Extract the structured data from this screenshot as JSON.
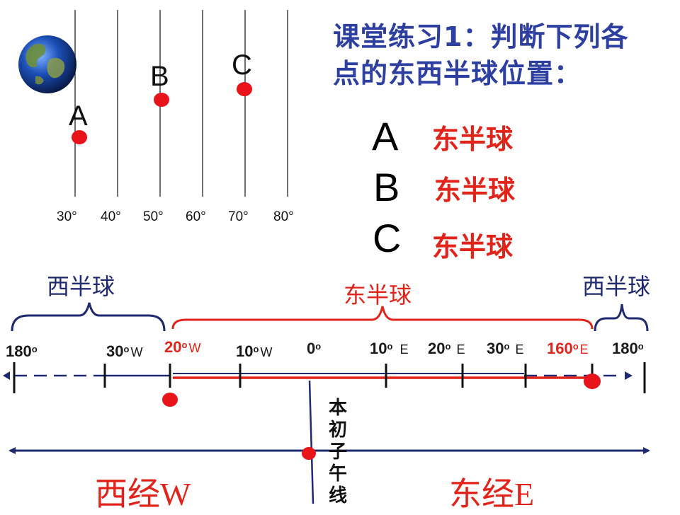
{
  "title": {
    "line1": "课堂练习1：判断下列各",
    "line2": "点的东西半球位置："
  },
  "top_figure": {
    "globe_icon": "earth-globe-icon",
    "degree_labels": [
      "30°",
      "40°",
      "50°",
      "60°",
      "70°",
      "80°"
    ],
    "points": [
      {
        "label": "A",
        "degree": 30
      },
      {
        "label": "B",
        "degree": 50
      },
      {
        "label": "C",
        "degree": 70
      }
    ]
  },
  "answers": [
    {
      "letter": "A",
      "value": "东半球"
    },
    {
      "letter": "B",
      "value": "东半球"
    },
    {
      "letter": "C",
      "value": "东半球"
    }
  ],
  "hemisphere_labels": {
    "west_left": "西半球",
    "east": "东半球",
    "west_right": "西半球"
  },
  "ticks": {
    "t180w": {
      "num": "180",
      "sup": "o",
      "dir": ""
    },
    "t30w": {
      "num": "30",
      "sup": "o",
      "dir": "W"
    },
    "t20w": {
      "num": "20",
      "sup": "o",
      "dir": "W"
    },
    "t10w": {
      "num": "10",
      "sup": "o",
      "dir": "W"
    },
    "t0": {
      "num": "0",
      "sup": "o",
      "dir": ""
    },
    "t10e": {
      "num": "10",
      "sup": "o",
      "dir": "E"
    },
    "t20e": {
      "num": "20",
      "sup": "o",
      "dir": "E"
    },
    "t30e": {
      "num": "30",
      "sup": "o",
      "dir": "E"
    },
    "t160e": {
      "num": "160",
      "sup": "o",
      "dir": "E"
    },
    "t180e": {
      "num": "180",
      "sup": "o",
      "dir": ""
    }
  },
  "prime_meridian_label": "本初子午线",
  "bottom_labels": {
    "west": "西经W",
    "east": "东经E"
  },
  "colors": {
    "title": "#2d3fa0",
    "accent_red": "#e2231a",
    "navy": "#1f2a70"
  }
}
